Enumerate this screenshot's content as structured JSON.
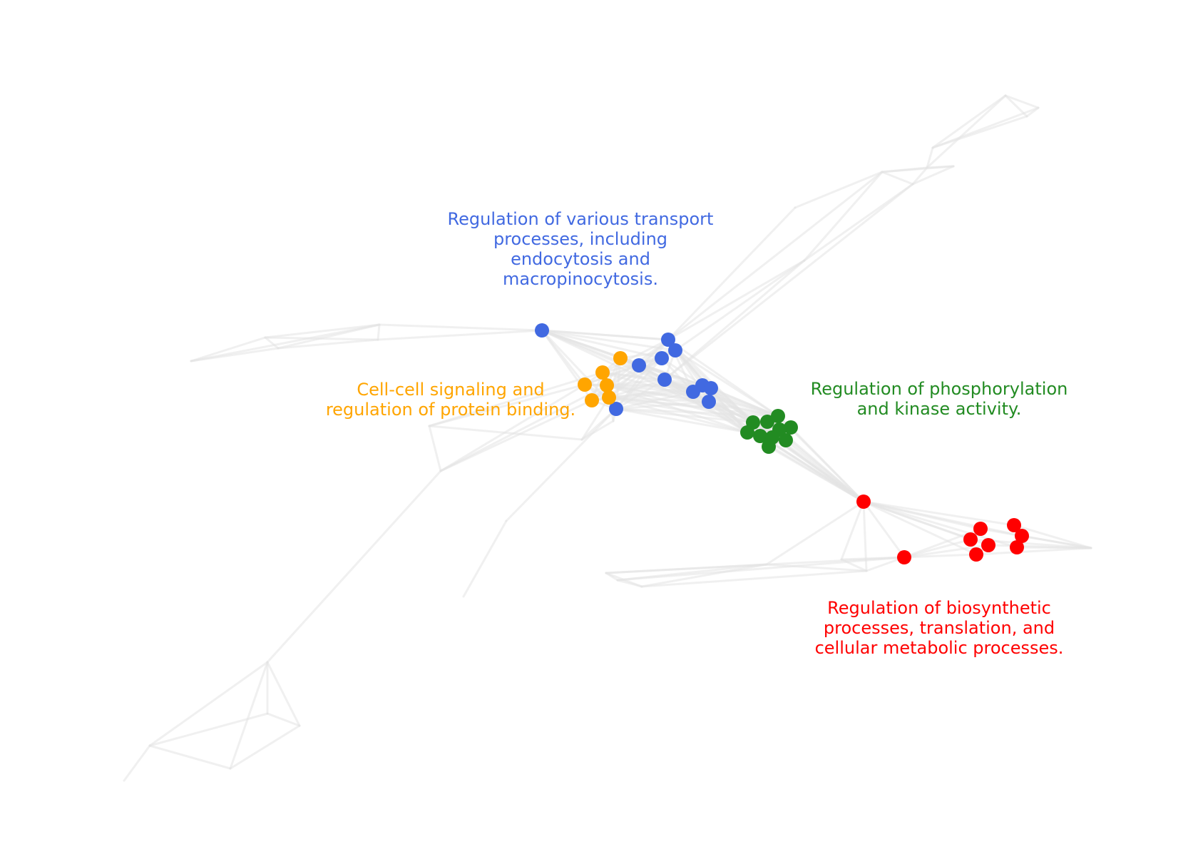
{
  "clusters": [
    {
      "id": "transport",
      "color": "#4169e1",
      "label_lines": [
        "Regulation of various transport",
        "processes, including",
        "endocytosis and",
        "macropinocytosis."
      ]
    },
    {
      "id": "signaling",
      "color": "#ffa500",
      "label_lines": [
        "Cell-cell signaling and",
        "regulation of protein binding."
      ]
    },
    {
      "id": "phosphorylation",
      "color": "#228b22",
      "label_lines": [
        "Regulation of phosphorylation",
        "and kinase activity."
      ]
    },
    {
      "id": "biosynthetic",
      "color": "#ff0000",
      "label_lines": [
        "Regulation of biosynthetic",
        "processes, translation, and",
        "cellular metabolic processes."
      ]
    }
  ],
  "edge_color": "#e3e3e3"
}
